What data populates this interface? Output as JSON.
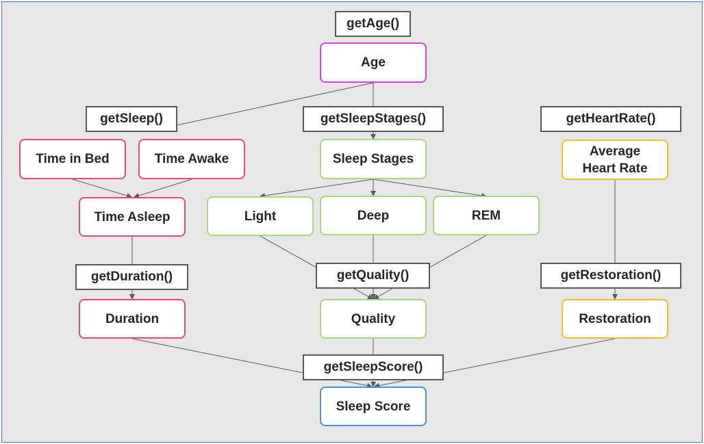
{
  "colors": {
    "magenta": "#d941d9",
    "red": "#e84a6f",
    "green": "#a9d77e",
    "orange": "#f4bf27",
    "blue": "#4a90d9",
    "function_border": "#595959",
    "edge": "#595959",
    "background": "#e7e7e7"
  },
  "functions": {
    "get_age": "getAge()",
    "get_sleep": "getSleep()",
    "get_sleep_stages": "getSleepStages()",
    "get_heart_rate": "getHeartRate()",
    "get_duration": "getDuration()",
    "get_quality": "getQuality()",
    "get_restoration": "getRestoration()",
    "get_sleep_score": "getSleepScore()"
  },
  "nodes": {
    "age": "Age",
    "time_in_bed": "Time in Bed",
    "time_awake": "Time Awake",
    "time_asleep": "Time Asleep",
    "sleep_stages": "Sleep Stages",
    "light": "Light",
    "deep": "Deep",
    "rem": "REM",
    "average_heart_rate": "Average\nHeart Rate",
    "duration": "Duration",
    "quality": "Quality",
    "restoration": "Restoration",
    "sleep_score": "Sleep Score"
  }
}
